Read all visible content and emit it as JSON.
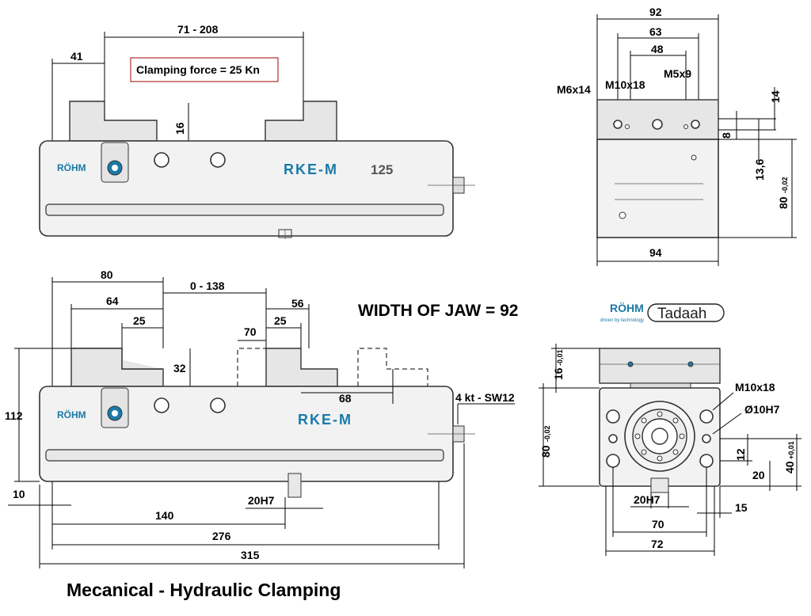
{
  "annotations": {
    "clamping_force": "Clamping force = 25 Kn",
    "width_of_jaw": "WIDTH  OF JAW = 92",
    "bottom_title": "Mecanical - Hydraulic Clamping"
  },
  "labels": {
    "brand_rohm": "RÖHM",
    "brand_tagline": "driven by technology",
    "brand_tadaah": "Tadaah",
    "model_top": "RKE-M",
    "model_number": "125",
    "model_bottom": "RKE-M"
  },
  "dimensions_top": {
    "d41": "41",
    "d71_208": "71 - 208",
    "d16": "16"
  },
  "dimensions_bottom": {
    "d80": "80",
    "d0_138": "0 - 138",
    "d64": "64",
    "d56": "56",
    "d25a": "25",
    "d25b": "25",
    "d70": "70",
    "d32": "32",
    "d68": "68",
    "d112": "112",
    "d4kt": "4 kt - SW12",
    "d10": "10",
    "d20h7": "20H7",
    "d140": "140",
    "d276": "276",
    "d315": "315"
  },
  "dimensions_side": {
    "d92": "92",
    "d63": "63",
    "d48": "48",
    "m6x14": "M6x14",
    "m10x18": "M10x18",
    "m5x9": "M5x9",
    "d14": "14",
    "d8": "8",
    "d13_6": "13,6",
    "d80": "80",
    "d80_tol": "-0,02",
    "d94": "94"
  },
  "dimensions_end": {
    "d16": "16",
    "d16_tol": "-0,01",
    "m10x18": "M10x18",
    "phi10h7": "Ø10H7",
    "d80": "80",
    "d80_tol": "-0,02",
    "d12": "12",
    "d40": "40",
    "d40_tol": "+0,01",
    "d20": "20",
    "d20h7": "20H7",
    "d15": "15",
    "d70": "70",
    "d72": "72"
  },
  "colors": {
    "brand_blue": "#1a7aa8",
    "force_box": "#b03030"
  }
}
